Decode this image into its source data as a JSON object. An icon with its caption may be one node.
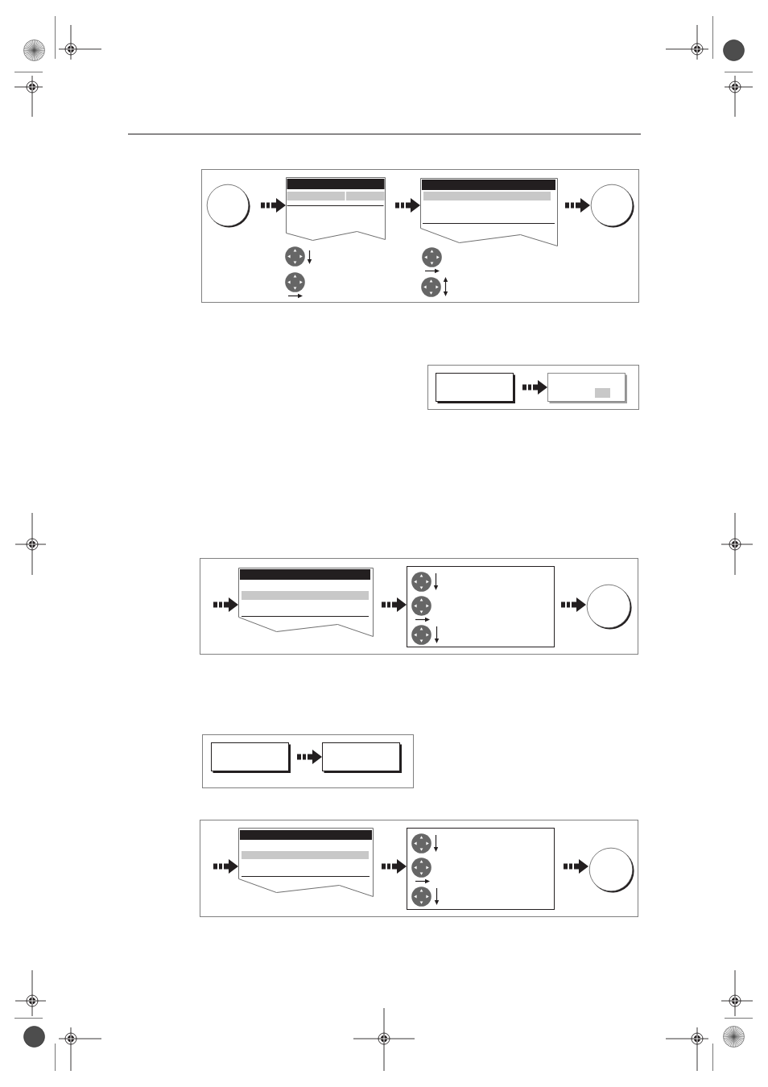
{
  "diagram": {
    "nodes": [
      {
        "text": [],
        "shape": "box"
      },
      {
        "text": [],
        "shape": "circle",
        "in": 0
      },
      {
        "text": [],
        "shape": "picture",
        "in": 0
      },
      {
        "text": [],
        "shape": "picture",
        "in": 0
      },
      {
        "text": [],
        "shape": "circle",
        "in": 0
      },
      {
        "text": [],
        "shape": "box"
      },
      {
        "text": [],
        "shape": "box",
        "in": 5
      },
      {
        "text": [],
        "shape": "box",
        "in": 5
      },
      {
        "text": [],
        "shape": "box"
      },
      {
        "text": [],
        "shape": "picture",
        "in": 8
      },
      {
        "text": [],
        "shape": "box",
        "in": 8
      },
      {
        "text": [],
        "shape": "circle",
        "in": 8
      },
      {
        "text": [],
        "shape": "box"
      },
      {
        "text": [],
        "shape": "box",
        "in": 12
      },
      {
        "text": [],
        "shape": "box",
        "in": 12
      },
      {
        "text": [],
        "shape": "box"
      },
      {
        "text": [],
        "shape": "picture",
        "in": 15
      },
      {
        "text": [],
        "shape": "box",
        "in": 15
      },
      {
        "text": [],
        "shape": "circle",
        "in": 15
      }
    ],
    "edges": [
      {
        "from": 1,
        "to": 2,
        "arrow": "to"
      },
      {
        "from": 2,
        "to": 3,
        "arrow": "to"
      },
      {
        "from": 3,
        "to": 4,
        "arrow": "to"
      },
      {
        "from": 6,
        "to": 7,
        "arrow": "to"
      },
      {
        "from": null,
        "to": 9,
        "arrow": "to"
      },
      {
        "from": 9,
        "to": 10,
        "arrow": "to"
      },
      {
        "from": 10,
        "to": 11,
        "arrow": "to"
      },
      {
        "from": 13,
        "to": 14,
        "arrow": "to"
      },
      {
        "from": null,
        "to": 16,
        "arrow": "to"
      },
      {
        "from": 16,
        "to": 17,
        "arrow": "to"
      },
      {
        "from": 17,
        "to": 18,
        "arrow": "to"
      }
    ]
  }
}
